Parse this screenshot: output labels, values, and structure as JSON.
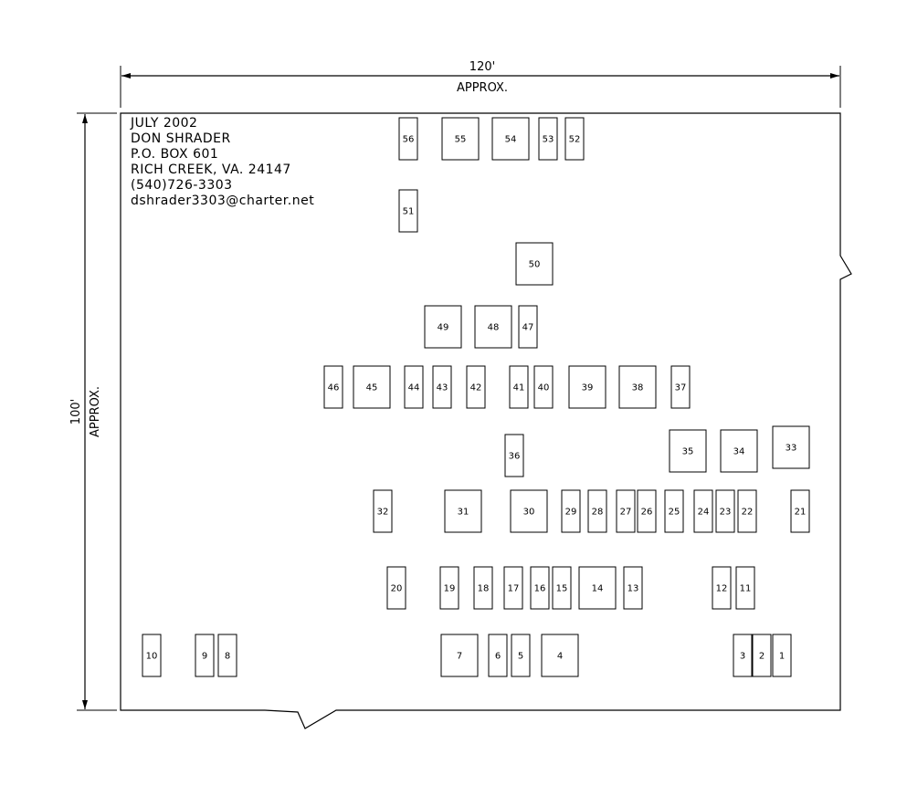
{
  "dimensions": {
    "width_label": "120'",
    "width_note": "APPROX.",
    "height_label": "100'",
    "height_note": "APPROX."
  },
  "info": [
    "JULY 2002",
    "DON SHRADER",
    "P.O. BOX 601",
    "RICH CREEK, VA. 24147",
    "(540)726-3303",
    "dshrader3303@charter.net"
  ],
  "lots": [
    "1",
    "2",
    "3",
    "4",
    "5",
    "6",
    "7",
    "8",
    "9",
    "10",
    "11",
    "12",
    "13",
    "14",
    "15",
    "16",
    "17",
    "18",
    "19",
    "20",
    "21",
    "22",
    "23",
    "24",
    "25",
    "26",
    "27",
    "28",
    "29",
    "30",
    "31",
    "32",
    "33",
    "34",
    "35",
    "36",
    "37",
    "38",
    "39",
    "40",
    "41",
    "42",
    "43",
    "44",
    "45",
    "46",
    "47",
    "48",
    "49",
    "50",
    "51",
    "52",
    "53",
    "54",
    "55",
    "56"
  ]
}
